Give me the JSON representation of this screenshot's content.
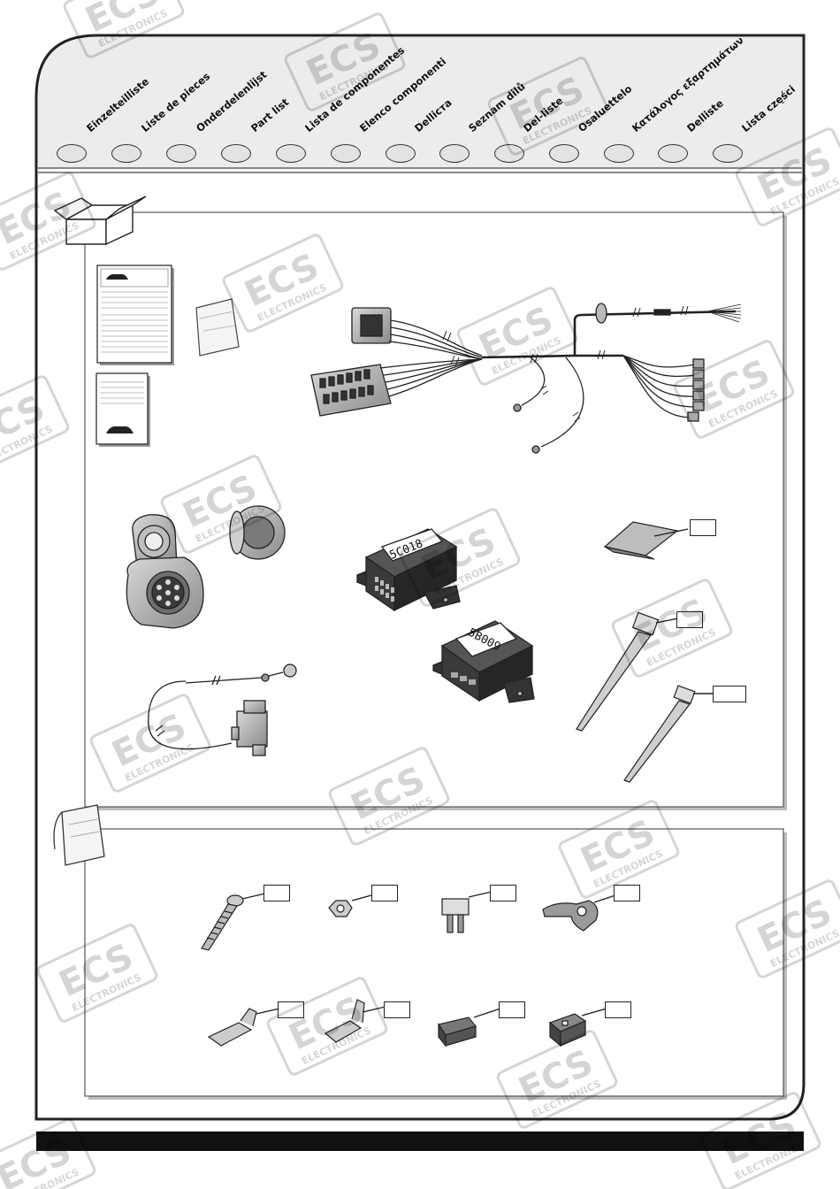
{
  "header": {
    "languages": [
      "Einzelteilliste",
      "Liste de pieces",
      "Onderdelenlijst",
      "Part list",
      "Lista de componentes",
      "Elenco componenti",
      "Delliста",
      "Seznam dilů",
      "Del-liste",
      "Osaluettelo",
      "Κατάλογος εξαρτημάτων",
      "Delliste",
      "Lista części"
    ]
  },
  "modules": {
    "module_a_label": "5C018",
    "module_b_label": "5B009"
  },
  "watermark": {
    "logo_text": "ECS",
    "sub_text": "ELECTRONICS"
  },
  "colors": {
    "frame": "#222222",
    "header_band": "#ececec",
    "circle_fill": "#e3e3e3",
    "bottom_bar": "#111111"
  }
}
